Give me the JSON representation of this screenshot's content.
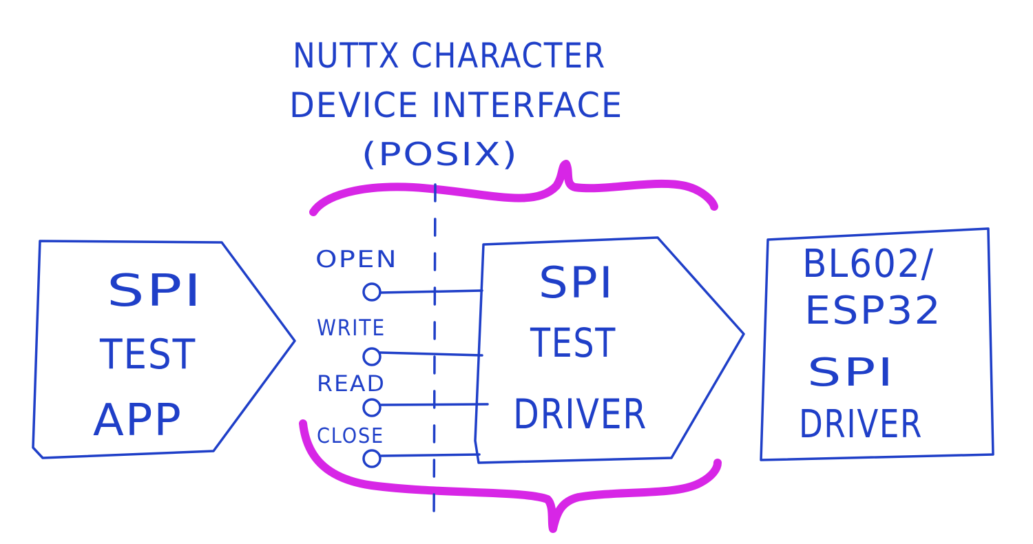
{
  "title": {
    "line1": "NUTTX CHARACTER",
    "line2": "DEVICE INTERFACE",
    "line3": "(POSIX)"
  },
  "left_box": {
    "line1": "SPI",
    "line2": "TEST",
    "line3": "APP"
  },
  "interface_ops": [
    {
      "label": "OPEN"
    },
    {
      "label": "WRITE"
    },
    {
      "label": "READ"
    },
    {
      "label": "CLOSE"
    }
  ],
  "middle_box": {
    "line1": "SPI",
    "line2": "TEST",
    "line3": "DRIVER"
  },
  "right_box": {
    "line1": "BL602/",
    "line2": "ESP32",
    "line3": "SPI",
    "line4": "DRIVER"
  },
  "colors": {
    "ink_blue": "#1f3fc8",
    "brace_magenta": "#d726e6",
    "background": "#ffffff"
  }
}
